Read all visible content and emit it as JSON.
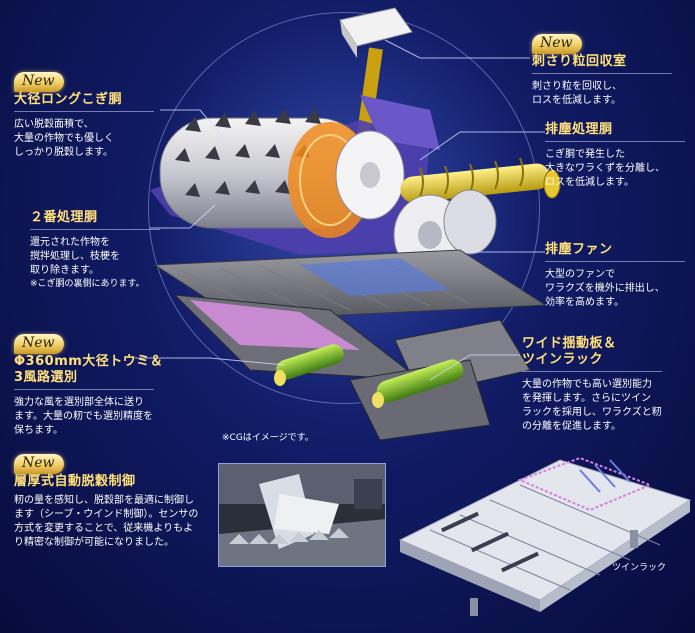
{
  "badge_new": "New",
  "sections": {
    "long_drum": {
      "title": "大径ロングこぎ胴",
      "lines": [
        "広い脱穀面積で、",
        "大量の作物でも優しく",
        "しっかり脱穀します。"
      ]
    },
    "second_drum": {
      "title": "２番処理胴",
      "lines": [
        "還元された作物を",
        "撹拌処理し、枝梗を",
        "取り除きます。"
      ],
      "note": "※こぎ胴の裏側にあります。"
    },
    "toumi": {
      "title_line1": "Φ360mm大径トウミ＆",
      "title_line2": "3風路選別",
      "lines": [
        "強力な風を選別部全体に送り",
        "ます。大量の籾でも選別精度を",
        "保ちます。"
      ]
    },
    "auto_control": {
      "title": "層厚式自動脱穀制御",
      "lines": [
        "籾の量を感知し、脱穀部を最適に制御し",
        "ます（シーブ・ウインド制御）。センサの",
        "方式を変更することで、従来機よりもよ",
        "り精密な制御が可能になりました。"
      ]
    },
    "sasari": {
      "title": "刺さり粒回収室",
      "lines": [
        "刺さり粒を回収し、",
        "ロスを低減します。"
      ]
    },
    "haijin_drum": {
      "title": "排塵処理胴",
      "lines": [
        "こぎ胴で発生した",
        "大きなワラくずを分離し、",
        "ロスを低減します。"
      ]
    },
    "haijin_fan": {
      "title": "排塵ファン",
      "lines": [
        "大型のファンで",
        "ワラクズを機外に排出し、",
        "効率を高めます。"
      ]
    },
    "wide_board": {
      "title_line1": "ワイド揺動板＆",
      "title_line2": "ツインラック",
      "lines": [
        "大量の作物でも高い選別能力",
        "を発揮します。さらにツイン",
        "ラックを採用し、ワラクズと籾",
        "の分離を促進します。"
      ]
    }
  },
  "cg_note": "※CGはイメージです。",
  "twin_rack_caption": "ツインラック",
  "colors": {
    "background": "#101a62",
    "title_gold": "#ffe07a",
    "drum_orange": "#f08a1c",
    "auger_yellow": "#d8c020",
    "frame_purple": "#6a58c8",
    "pink": "#d890e0"
  }
}
